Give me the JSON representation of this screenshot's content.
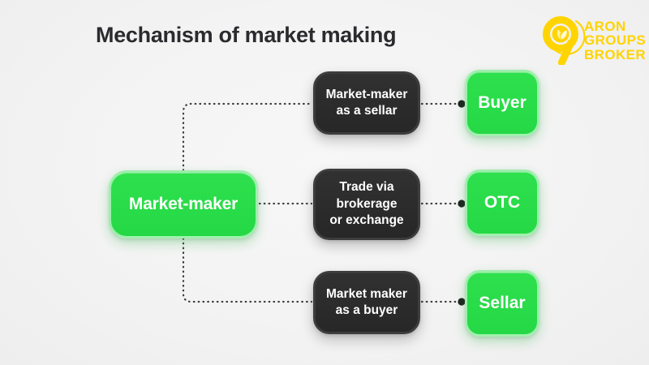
{
  "header": {
    "title": "Mechanism of market making"
  },
  "logo": {
    "icon": "aron-nine-leaf-logo",
    "line1": "ARON",
    "line2": "GROUPS",
    "line3": "BROKER",
    "color": "#ffd400"
  },
  "diagram": {
    "type": "flow-diagram",
    "colors": {
      "accent_green": "#2BDE4A",
      "dark_node": "#2b2b2b",
      "background": "#f2f2f2",
      "connector": "#3c3c3c",
      "title_text": "#2b2b2f"
    },
    "root": {
      "id": "market-maker",
      "label": "Market-maker",
      "style": "green"
    },
    "middle": [
      {
        "id": "market-maker-as-seller",
        "label": "Market-maker\nas a sellar",
        "line1": "Market-maker",
        "line2": "as a sellar",
        "style": "dark"
      },
      {
        "id": "trade-via-brokerage",
        "label": "Trade via brokerage or exchange",
        "line1": "Trade via",
        "line2": "brokerage",
        "line3": "or exchange",
        "style": "dark"
      },
      {
        "id": "market-maker-as-buyer",
        "label": "Market maker\nas a buyer",
        "line1": "Market maker",
        "line2": "as a buyer",
        "style": "dark"
      }
    ],
    "outcomes": [
      {
        "id": "buyer",
        "label": "Buyer",
        "style": "green"
      },
      {
        "id": "otc",
        "label": "OTC",
        "style": "green"
      },
      {
        "id": "sellar",
        "label": "Sellar",
        "style": "green"
      }
    ],
    "connectors": [
      {
        "from": "market-maker",
        "to": "market-maker-as-seller",
        "style": "dotted-elbow"
      },
      {
        "from": "market-maker",
        "to": "trade-via-brokerage",
        "style": "dotted-straight"
      },
      {
        "from": "market-maker",
        "to": "market-maker-as-buyer",
        "style": "dotted-elbow"
      },
      {
        "from": "market-maker-as-seller",
        "to": "buyer",
        "style": "dotted-dot"
      },
      {
        "from": "trade-via-brokerage",
        "to": "otc",
        "style": "dotted-dot"
      },
      {
        "from": "market-maker-as-buyer",
        "to": "sellar",
        "style": "dotted-dot"
      }
    ]
  }
}
